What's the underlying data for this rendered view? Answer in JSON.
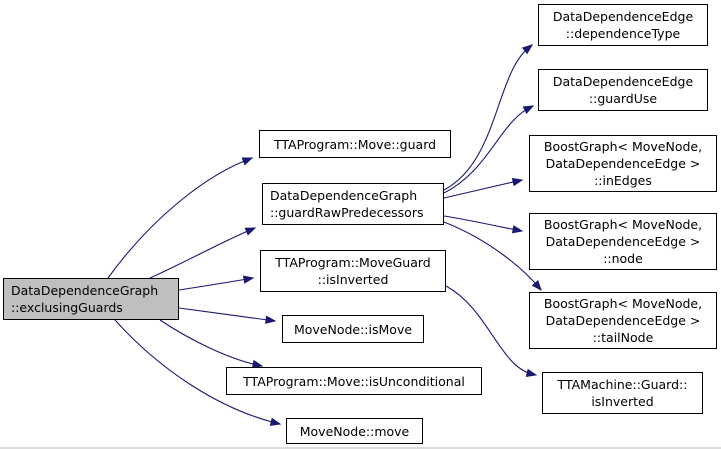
{
  "nodes": [
    {
      "id": "root",
      "lines": [
        "DataDependenceGraph",
        "::exclusingGuards"
      ]
    },
    {
      "id": "move-guard",
      "lines": [
        "TTAProgram::Move::guard"
      ]
    },
    {
      "id": "guard-raw-predecessors",
      "lines": [
        "DataDependenceGraph",
        "::guardRawPredecessors"
      ]
    },
    {
      "id": "moveguard-is-inverted",
      "lines": [
        "TTAProgram::MoveGuard",
        "::isInverted"
      ]
    },
    {
      "id": "movenode-is-move",
      "lines": [
        "MoveNode::isMove"
      ]
    },
    {
      "id": "move-is-unconditional",
      "lines": [
        "TTAProgram::Move::isUnconditional"
      ]
    },
    {
      "id": "movenode-move",
      "lines": [
        "MoveNode::move"
      ]
    },
    {
      "id": "dependence-type",
      "lines": [
        "DataDependenceEdge",
        "::dependenceType"
      ]
    },
    {
      "id": "guard-use",
      "lines": [
        "DataDependenceEdge",
        "::guardUse"
      ]
    },
    {
      "id": "in-edges",
      "lines": [
        "BoostGraph< MoveNode,",
        "DataDependenceEdge >",
        "::inEdges"
      ]
    },
    {
      "id": "node",
      "lines": [
        "BoostGraph< MoveNode,",
        "DataDependenceEdge >",
        "::node"
      ]
    },
    {
      "id": "tail-node",
      "lines": [
        "BoostGraph< MoveNode,",
        "DataDependenceEdge >",
        "::tailNode"
      ]
    },
    {
      "id": "guard-is-inverted",
      "lines": [
        "TTAMachine::Guard::",
        "isInverted"
      ]
    }
  ],
  "edges": [
    {
      "from": "root",
      "to": "move-guard"
    },
    {
      "from": "root",
      "to": "guard-raw-predecessors"
    },
    {
      "from": "root",
      "to": "moveguard-is-inverted"
    },
    {
      "from": "root",
      "to": "movenode-is-move"
    },
    {
      "from": "root",
      "to": "move-is-unconditional"
    },
    {
      "from": "root",
      "to": "movenode-move"
    },
    {
      "from": "guard-raw-predecessors",
      "to": "dependence-type"
    },
    {
      "from": "guard-raw-predecessors",
      "to": "guard-use"
    },
    {
      "from": "guard-raw-predecessors",
      "to": "in-edges"
    },
    {
      "from": "guard-raw-predecessors",
      "to": "node"
    },
    {
      "from": "guard-raw-predecessors",
      "to": "tail-node"
    },
    {
      "from": "moveguard-is-inverted",
      "to": "guard-is-inverted"
    }
  ],
  "colors": {
    "edge": "#191970",
    "root_fill": "#bfbfbf",
    "node_fill": "#ffffff",
    "border": "#000000"
  }
}
